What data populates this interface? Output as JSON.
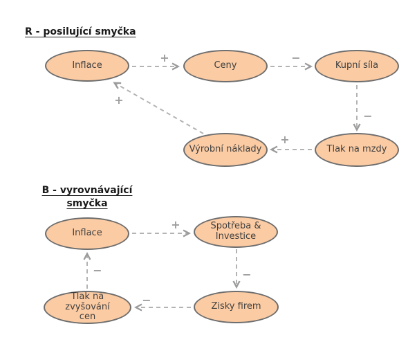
{
  "diagram": {
    "loop_r": {
      "title": "R - posilující smyčka",
      "nodes": {
        "inflace": "Inflace",
        "ceny": "Ceny",
        "kupni_sila": "Kupní síla",
        "vyrobni_naklady": "Výrobní náklady",
        "tlak_na_mzdy": "Tlak na mzdy"
      },
      "signs": {
        "inflace_to_ceny": "+",
        "ceny_to_kupni_sila": "−",
        "kupni_sila_to_tlak_na_mzdy": "−",
        "tlak_na_mzdy_to_vyrobni_naklady": "+",
        "vyrobni_naklady_to_inflace": "+"
      }
    },
    "loop_b": {
      "title_line1": "B - vyrovnávající",
      "title_line2": "smyčka",
      "nodes": {
        "inflace": "Inflace",
        "spotreba_investice": "Spotřeba &\nInvestice",
        "zisky_firem": "Zisky firem",
        "tlak_na_zvysovani_cen": "Tlak na zvyšování\ncen"
      },
      "signs": {
        "inflace_to_spotreba": "+",
        "spotreba_to_zisky": "−",
        "zisky_to_tlak": "−",
        "tlak_to_inflace": "−"
      }
    },
    "colors": {
      "node_fill": "#FBCBA3",
      "node_border": "#6D6D6D",
      "arrow": "#B3B3B3",
      "arrowhead": "#9B9B9B",
      "sign": "#9E9E9E",
      "node_text": "#3F3F3F",
      "heading_text": "#1A1A1A"
    }
  }
}
